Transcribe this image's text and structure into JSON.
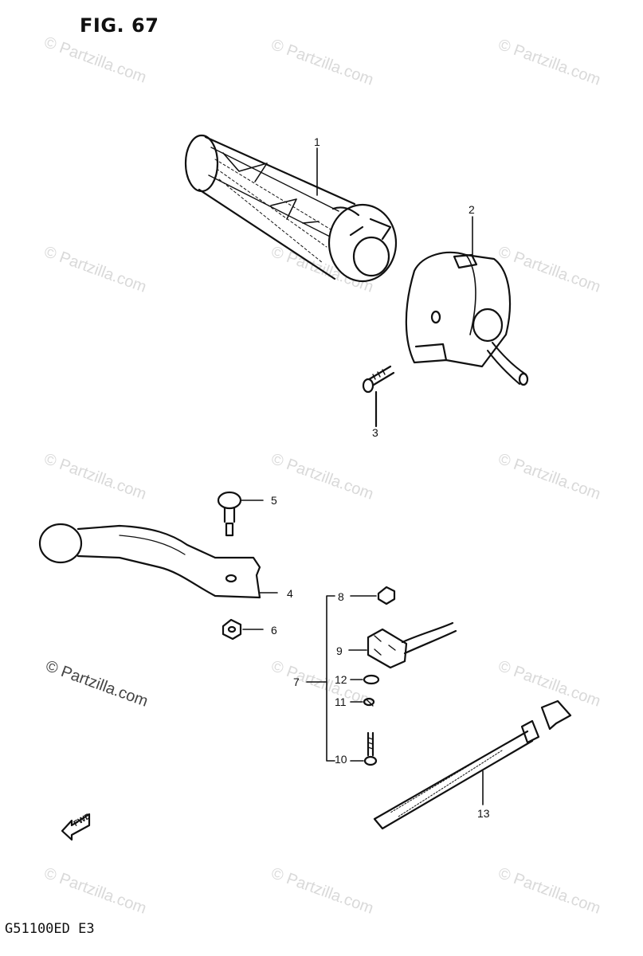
{
  "figure": {
    "title": "FIG. 67",
    "code": "G51100ED E3"
  },
  "watermark": {
    "text": "© Partzilla.com"
  },
  "callouts": {
    "c1": "1",
    "c2": "2",
    "c3": "3",
    "c4": "4",
    "c5": "5",
    "c6": "6",
    "c7": "7",
    "c8": "8",
    "c9": "9",
    "c10": "10",
    "c11": "11",
    "c12": "12",
    "c13": "13"
  },
  "parts": [
    {
      "ref": "1",
      "icon": "throttle-grip-icon"
    },
    {
      "ref": "2",
      "icon": "switch-housing-icon"
    },
    {
      "ref": "3",
      "icon": "screw-icon"
    },
    {
      "ref": "4",
      "icon": "brake-lever-icon"
    },
    {
      "ref": "5",
      "icon": "pivot-bolt-icon"
    },
    {
      "ref": "6",
      "icon": "nut-icon"
    },
    {
      "ref": "8",
      "icon": "nut-icon"
    },
    {
      "ref": "9",
      "icon": "brake-switch-icon"
    },
    {
      "ref": "10",
      "icon": "screw-icon"
    },
    {
      "ref": "11",
      "icon": "lock-washer-icon"
    },
    {
      "ref": "12",
      "icon": "washer-icon"
    },
    {
      "ref": "13",
      "icon": "cable-tie-icon"
    }
  ],
  "front_arrow": {
    "text": "FWD",
    "icon": "front-arrow-icon"
  },
  "colors": {
    "ink": "#111111",
    "watermark": "#d9d9d9"
  }
}
